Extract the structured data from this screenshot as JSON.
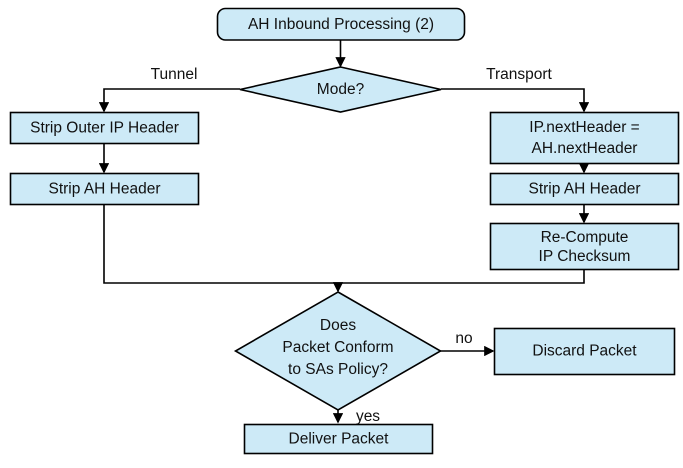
{
  "diagram": {
    "title": "AH Inbound Processing (2)",
    "nodes": {
      "start": {
        "label": "AH Inbound Processing (2)",
        "shape": "rounded-rectangle"
      },
      "mode_decision": {
        "label": "Mode?",
        "shape": "diamond"
      },
      "strip_outer_ip": {
        "label": "Strip Outer IP Header",
        "shape": "rectangle"
      },
      "strip_ah_left": {
        "label": "Strip AH Header",
        "shape": "rectangle"
      },
      "next_header": {
        "line1": "IP.nextHeader =",
        "line2": "AH.nextHeader",
        "shape": "rectangle"
      },
      "strip_ah_right": {
        "label": "Strip AH Header",
        "shape": "rectangle"
      },
      "recompute": {
        "line1": "Re-Compute",
        "line2": "IP Checksum",
        "shape": "rectangle"
      },
      "policy_decision": {
        "line1": "Does",
        "line2": "Packet Conform",
        "line3": "to SAs Policy?",
        "shape": "diamond"
      },
      "discard": {
        "label": "Discard Packet",
        "shape": "rectangle"
      },
      "deliver": {
        "label": "Deliver Packet",
        "shape": "rectangle"
      }
    },
    "edge_labels": {
      "tunnel": "Tunnel",
      "transport": "Transport",
      "no": "no",
      "yes": "yes"
    },
    "colors": {
      "node_fill": "#cdeaf7",
      "node_stroke": "#000000",
      "background": "#ffffff",
      "text": "#111111"
    }
  }
}
